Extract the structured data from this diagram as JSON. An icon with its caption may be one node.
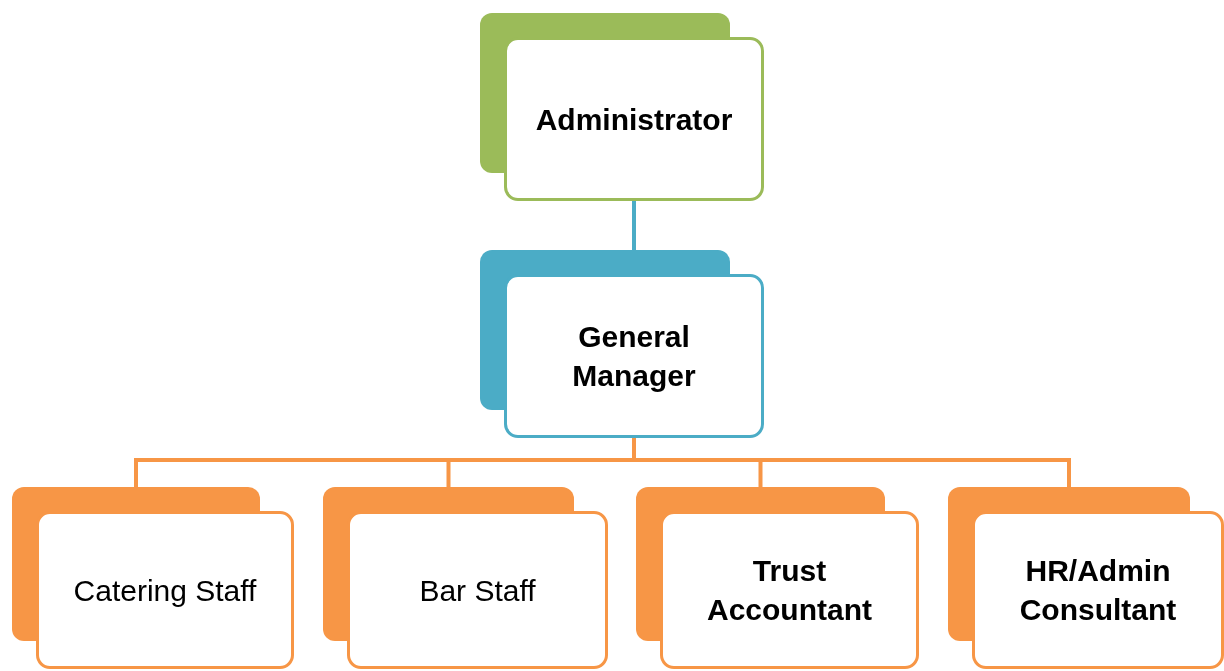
{
  "diagram": {
    "nodes": [
      {
        "text": [
          "Administrator"
        ]
      },
      {
        "text": [
          "General Manager"
        ]
      },
      {
        "text": [
          "Catering Staff"
        ]
      },
      {
        "text": [
          "Bar Staff"
        ]
      },
      {
        "text": [
          "Trust Accountant"
        ]
      },
      {
        "text": [
          "HR/Admin Consultant"
        ]
      }
    ],
    "edges": [
      {
        "from": 0,
        "to": 1,
        "arrow": "none",
        "color": "#4bacc6"
      },
      {
        "from": 1,
        "to": 2,
        "arrow": "none"
      },
      {
        "from": 1,
        "to": 3,
        "arrow": "none"
      },
      {
        "from": 1,
        "to": 4,
        "arrow": "none"
      },
      {
        "from": 1,
        "to": 5,
        "arrow": "none"
      }
    ]
  }
}
